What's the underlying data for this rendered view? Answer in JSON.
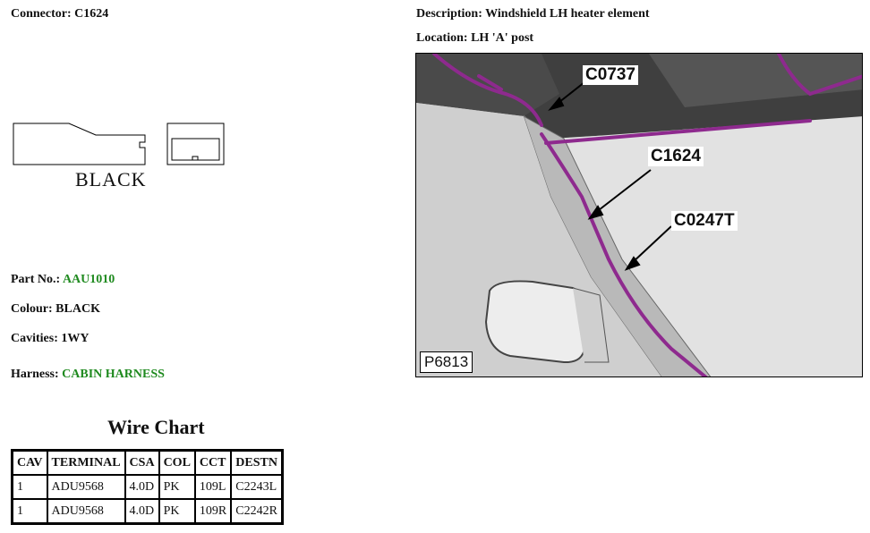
{
  "connector": {
    "label": "Connector:",
    "value": "C1624"
  },
  "description": {
    "label": "Description:",
    "value": "Windshield LH heater element"
  },
  "location": {
    "label": "Location:",
    "value": "LH 'A' post"
  },
  "connector_color_caption": "BLACK",
  "part_no": {
    "label": "Part No.:",
    "value": "AAU1010"
  },
  "colour": {
    "label": "Colour:",
    "value": "BLACK"
  },
  "cavities": {
    "label": "Cavities:",
    "value": "1WY"
  },
  "harness": {
    "label": "Harness:",
    "value": "CABIN HARNESS"
  },
  "wire_chart": {
    "title": "Wire Chart",
    "headers": [
      "CAV",
      "TERMINAL",
      "CSA",
      "COL",
      "CCT",
      "DESTN"
    ],
    "rows": [
      [
        "1",
        "ADU9568",
        "4.0D",
        "PK",
        "109L",
        "C2243L"
      ],
      [
        "1",
        "ADU9568",
        "4.0D",
        "PK",
        "109R",
        "C2242R"
      ]
    ]
  },
  "photo": {
    "callouts": [
      "C0737",
      "C1624",
      "C0247T"
    ],
    "figure_code": "P6813",
    "harness_color": "#8e2a8e"
  }
}
